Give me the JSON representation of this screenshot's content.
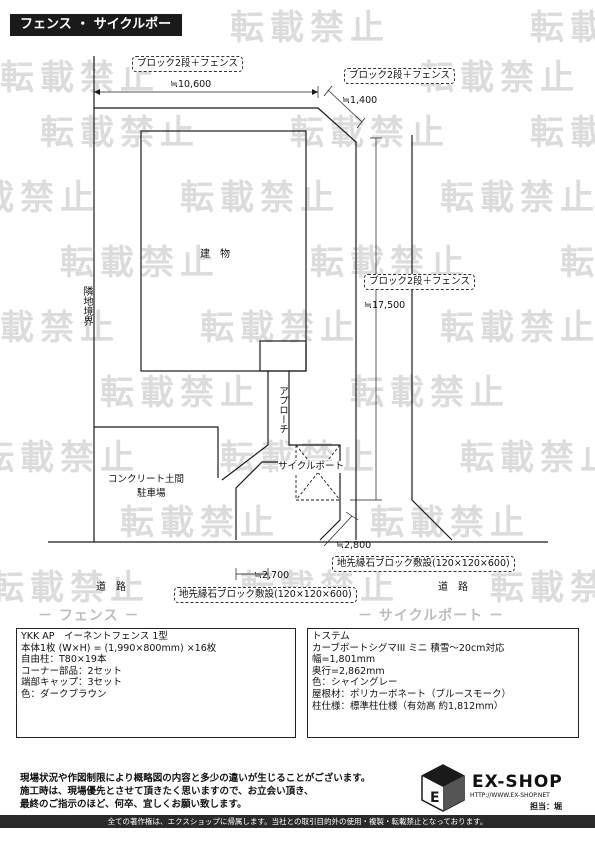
{
  "title": "フェンス ・ サイクルポート",
  "watermark": "転載禁止",
  "plan": {
    "fence_label_top": "ブロック2段＋フェンス",
    "dim_top": "≒10,600",
    "fence_label_corner": "ブロック2段＋フェンス",
    "dim_corner": "≒1,400",
    "building": "建　物",
    "fence_label_right": "ブロック2段＋フェンス",
    "dim_right": "≒17,500",
    "boundary": "隣地境界",
    "approach": "アプローチ",
    "cycleport": "サイクルポート",
    "parking_line1": "コンクリート土間",
    "parking_line2": "駐車場",
    "dim_bottom_right": "≒2,800",
    "curb_label_right": "地先縁石ブロック敷設(120×120×600)",
    "dim_bottom_left": "≒2,700",
    "curb_label_left": "地先縁石ブロック敷設(120×120×600)",
    "road_left": "道　路",
    "road_right": "道　路"
  },
  "fence_section": {
    "heading": "－ フェンス －",
    "lines": [
      "YKK AP　イーネントフェンス 1型",
      "本体1枚 (W×H) = (1,990×800mm) ×16枚",
      "自由柱：T80×19本",
      "コーナー部品：2セット",
      "端部キャップ：3セット",
      "色：ダークブラウン"
    ]
  },
  "cycle_section": {
    "heading": "－ サイクルポート －",
    "lines": [
      "トステム",
      "カーブポートシグマIII ミニ 積雪～20cm対応",
      "幅=1,801mm",
      "奥行=2,862mm",
      "色：シャイングレー",
      "屋根材：ポリカーボネート（ブルースモーク）",
      "柱仕様：標準柱仕様（有効高 約1,812mm）"
    ]
  },
  "notes": [
    "現場状況や作図制限により概略図の内容と多少の違いが生じることがございます。",
    "施工時は、現場優先とさせて頂きたく思いますので、お立会い頂き、",
    "最終のご指示のほど、何卒、宜しくお願い致します。"
  ],
  "logo": {
    "name": "EX-SHOP",
    "url": "HTTP://WWW.EX-SHOP.NET",
    "staff": "担当：堀"
  },
  "footer": "全ての著作権は、エクスショップに帰属します。当社との取引目的外の使用・複製・転載禁止となっております。",
  "colors": {
    "line": "#1a1a1a",
    "watermark": "#dcdcdc",
    "title_bg": "#1a1a1a"
  }
}
